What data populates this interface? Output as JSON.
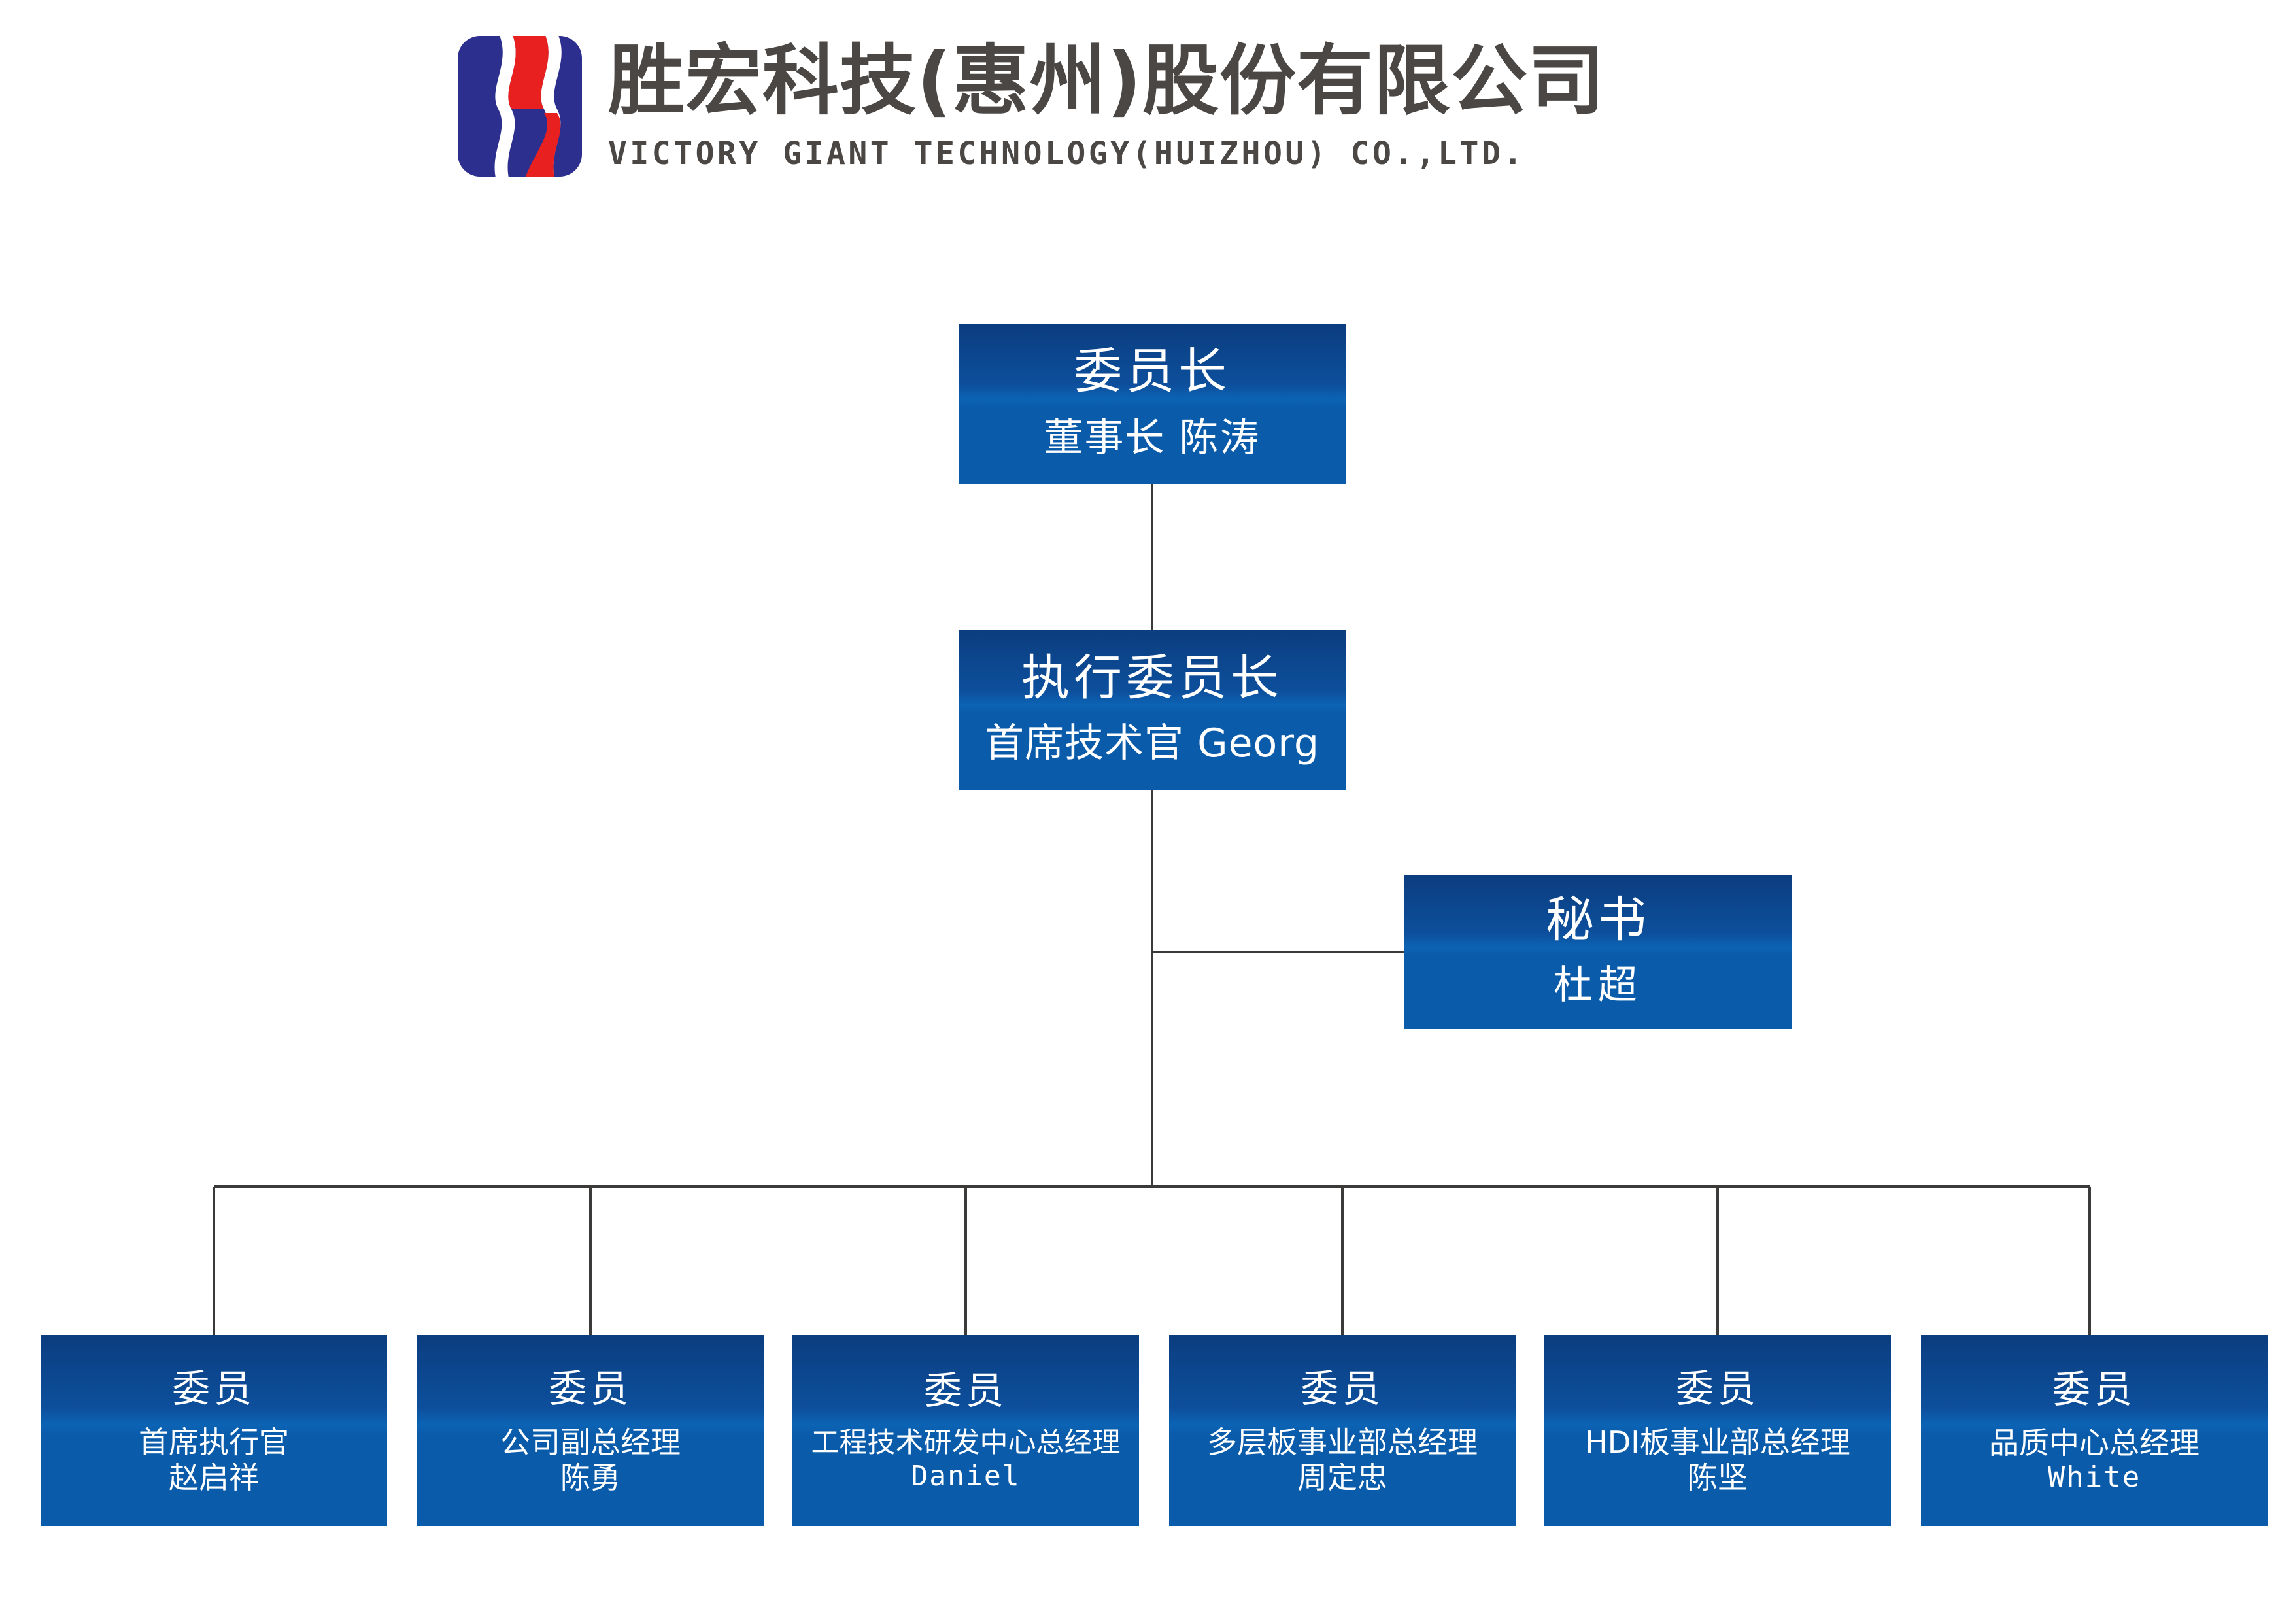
{
  "header": {
    "logo_icon": "victory-giant-s-logo",
    "logo_colors": {
      "blue": "#2d2f8f",
      "red": "#e8201f"
    },
    "company_name_cn": "胜宏科技(惠州)股份有限公司",
    "company_name_en": "VICTORY GIANT TECHNOLOGY(HUIZHOU) CO.,LTD."
  },
  "chart_colors": {
    "box_gradient_top": "#0b3d7f",
    "box_gradient_bottom": "#0a5cab",
    "box_text": "#ffffff",
    "connector_line": "#3b3a38",
    "header_text": "#4a4745"
  },
  "org_chart": {
    "root": {
      "title": "委员长",
      "subtitle": "董事长 陈涛"
    },
    "executive": {
      "title": "执行委员长",
      "subtitle": "首席技术官 Georg"
    },
    "secretary": {
      "title": "秘书",
      "subtitle": "杜超"
    },
    "members": [
      {
        "title": "委员",
        "role": "首席执行官",
        "name": "赵启祥",
        "name_is_latin": false
      },
      {
        "title": "委员",
        "role": "公司副总经理",
        "name": "陈勇",
        "name_is_latin": false
      },
      {
        "title": "委员",
        "role": "工程技术研发中心总经理",
        "name": "Daniel",
        "name_is_latin": true
      },
      {
        "title": "委员",
        "role": "多层板事业部总经理",
        "name": "周定忠",
        "name_is_latin": false
      },
      {
        "title": "委员",
        "role": "HDI板事业部总经理",
        "name": "陈坚",
        "name_is_latin": false
      },
      {
        "title": "委员",
        "role": "品质中心总经理",
        "name": "White",
        "name_is_latin": true
      }
    ]
  }
}
